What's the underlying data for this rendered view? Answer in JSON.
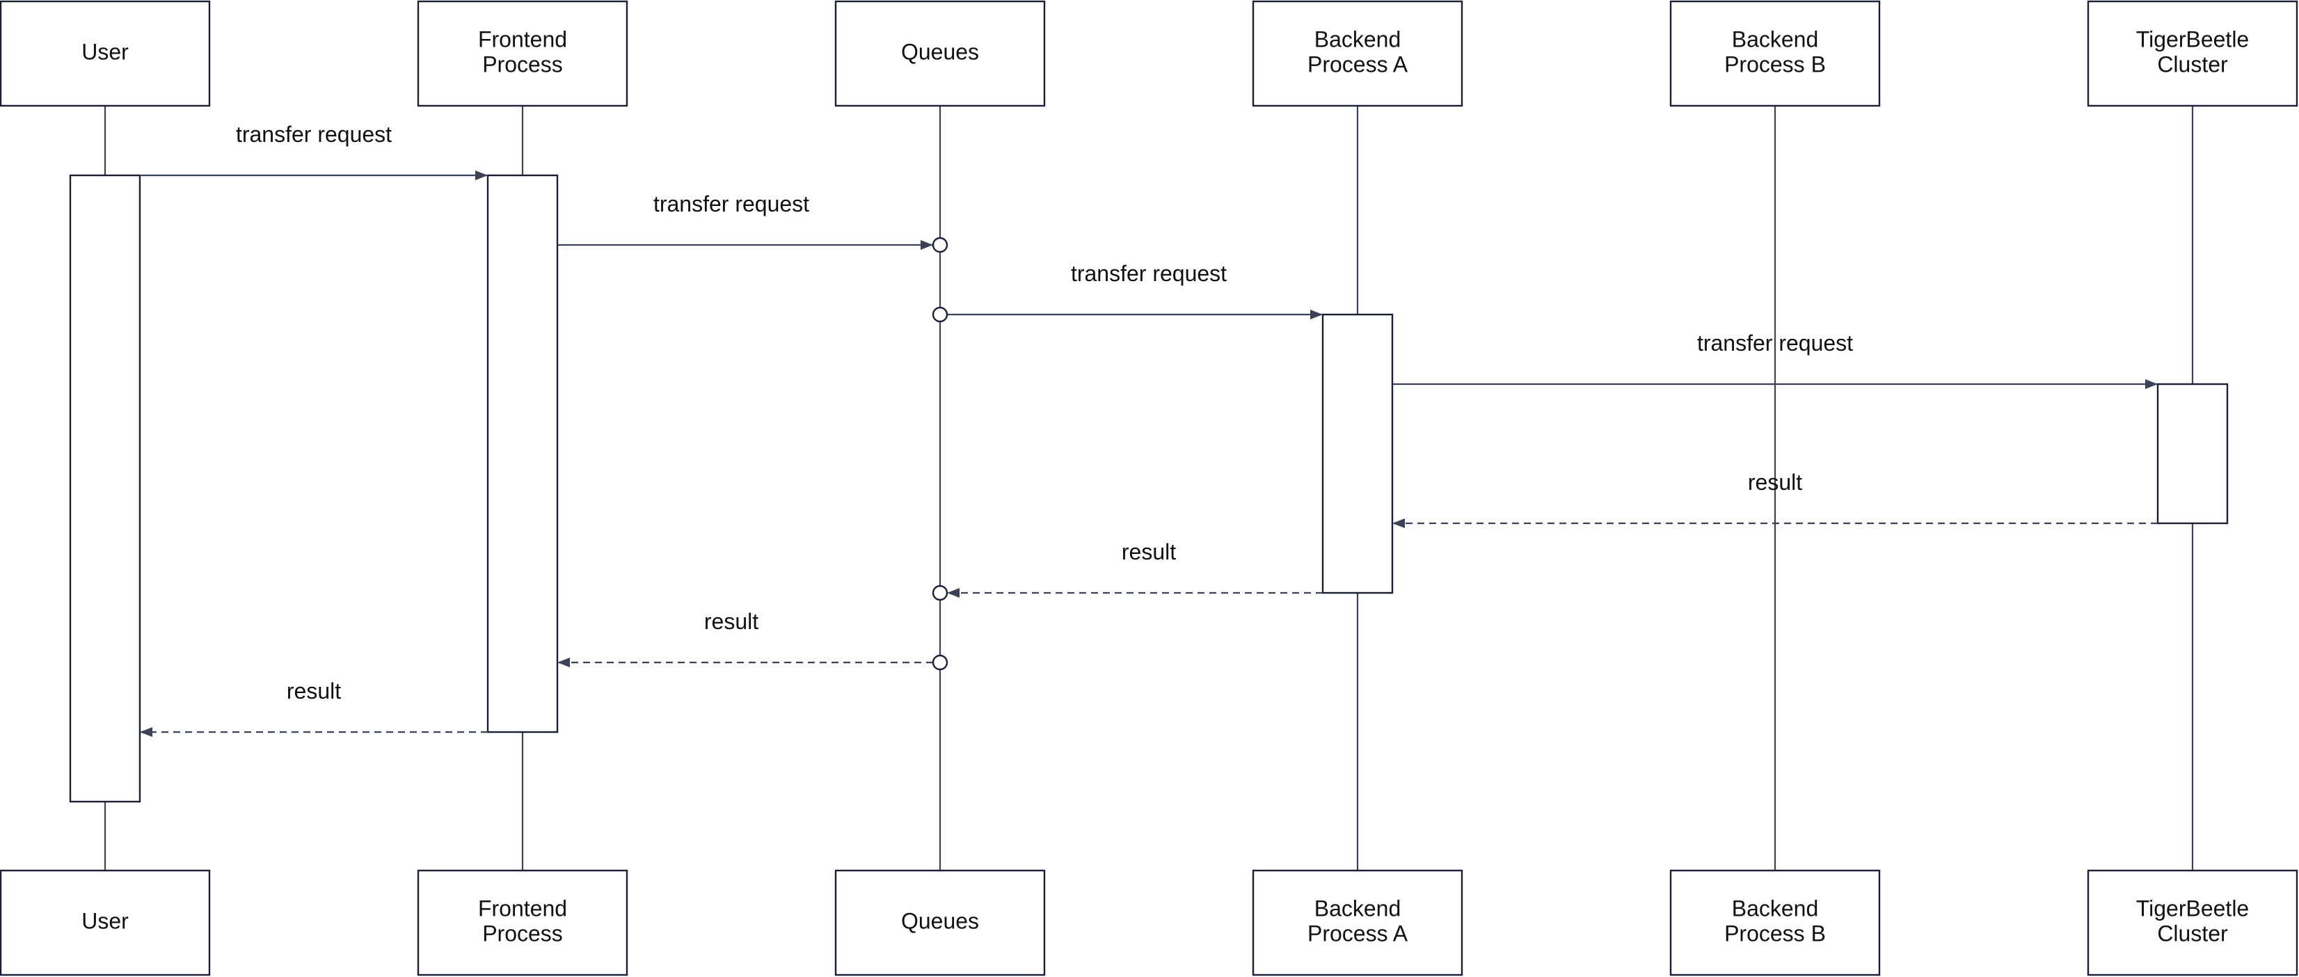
{
  "participants": [
    {
      "id": "user",
      "label": [
        "User"
      ]
    },
    {
      "id": "frontend",
      "label": [
        "Frontend",
        "Process"
      ]
    },
    {
      "id": "queues",
      "label": [
        "Queues"
      ]
    },
    {
      "id": "backend-a",
      "label": [
        "Backend",
        "Process A"
      ]
    },
    {
      "id": "backend-b",
      "label": [
        "Backend",
        "Process B"
      ]
    },
    {
      "id": "tigerbeetle",
      "label": [
        "TigerBeetle",
        "Cluster"
      ]
    }
  ],
  "activations": [
    {
      "participant": "user",
      "from_step": 0,
      "to_step": 9
    },
    {
      "participant": "frontend",
      "from_step": 0,
      "to_step": 8
    },
    {
      "participant": "backend-a",
      "from_step": 2,
      "to_step": 6
    },
    {
      "participant": "tigerbeetle",
      "from_step": 3,
      "to_step": 5
    }
  ],
  "messages": [
    {
      "from": "user",
      "to": "frontend",
      "label": "transfer request",
      "step": 0,
      "style": "solid"
    },
    {
      "from": "frontend",
      "to": "queues",
      "label": "transfer request",
      "step": 1,
      "style": "solid"
    },
    {
      "from": "queues",
      "to": "backend-a",
      "label": "transfer request",
      "step": 2,
      "style": "solid"
    },
    {
      "from": "backend-a",
      "to": "tigerbeetle",
      "label": "transfer request",
      "step": 3,
      "style": "solid"
    },
    {
      "from": "tigerbeetle",
      "to": "backend-a",
      "label": "result",
      "step": 5,
      "style": "dashed"
    },
    {
      "from": "backend-a",
      "to": "queues",
      "label": "result",
      "step": 6,
      "style": "dashed"
    },
    {
      "from": "queues",
      "to": "frontend",
      "label": "result",
      "step": 7,
      "style": "dashed"
    },
    {
      "from": "frontend",
      "to": "user",
      "label": "result",
      "step": 8,
      "style": "dashed"
    }
  ]
}
